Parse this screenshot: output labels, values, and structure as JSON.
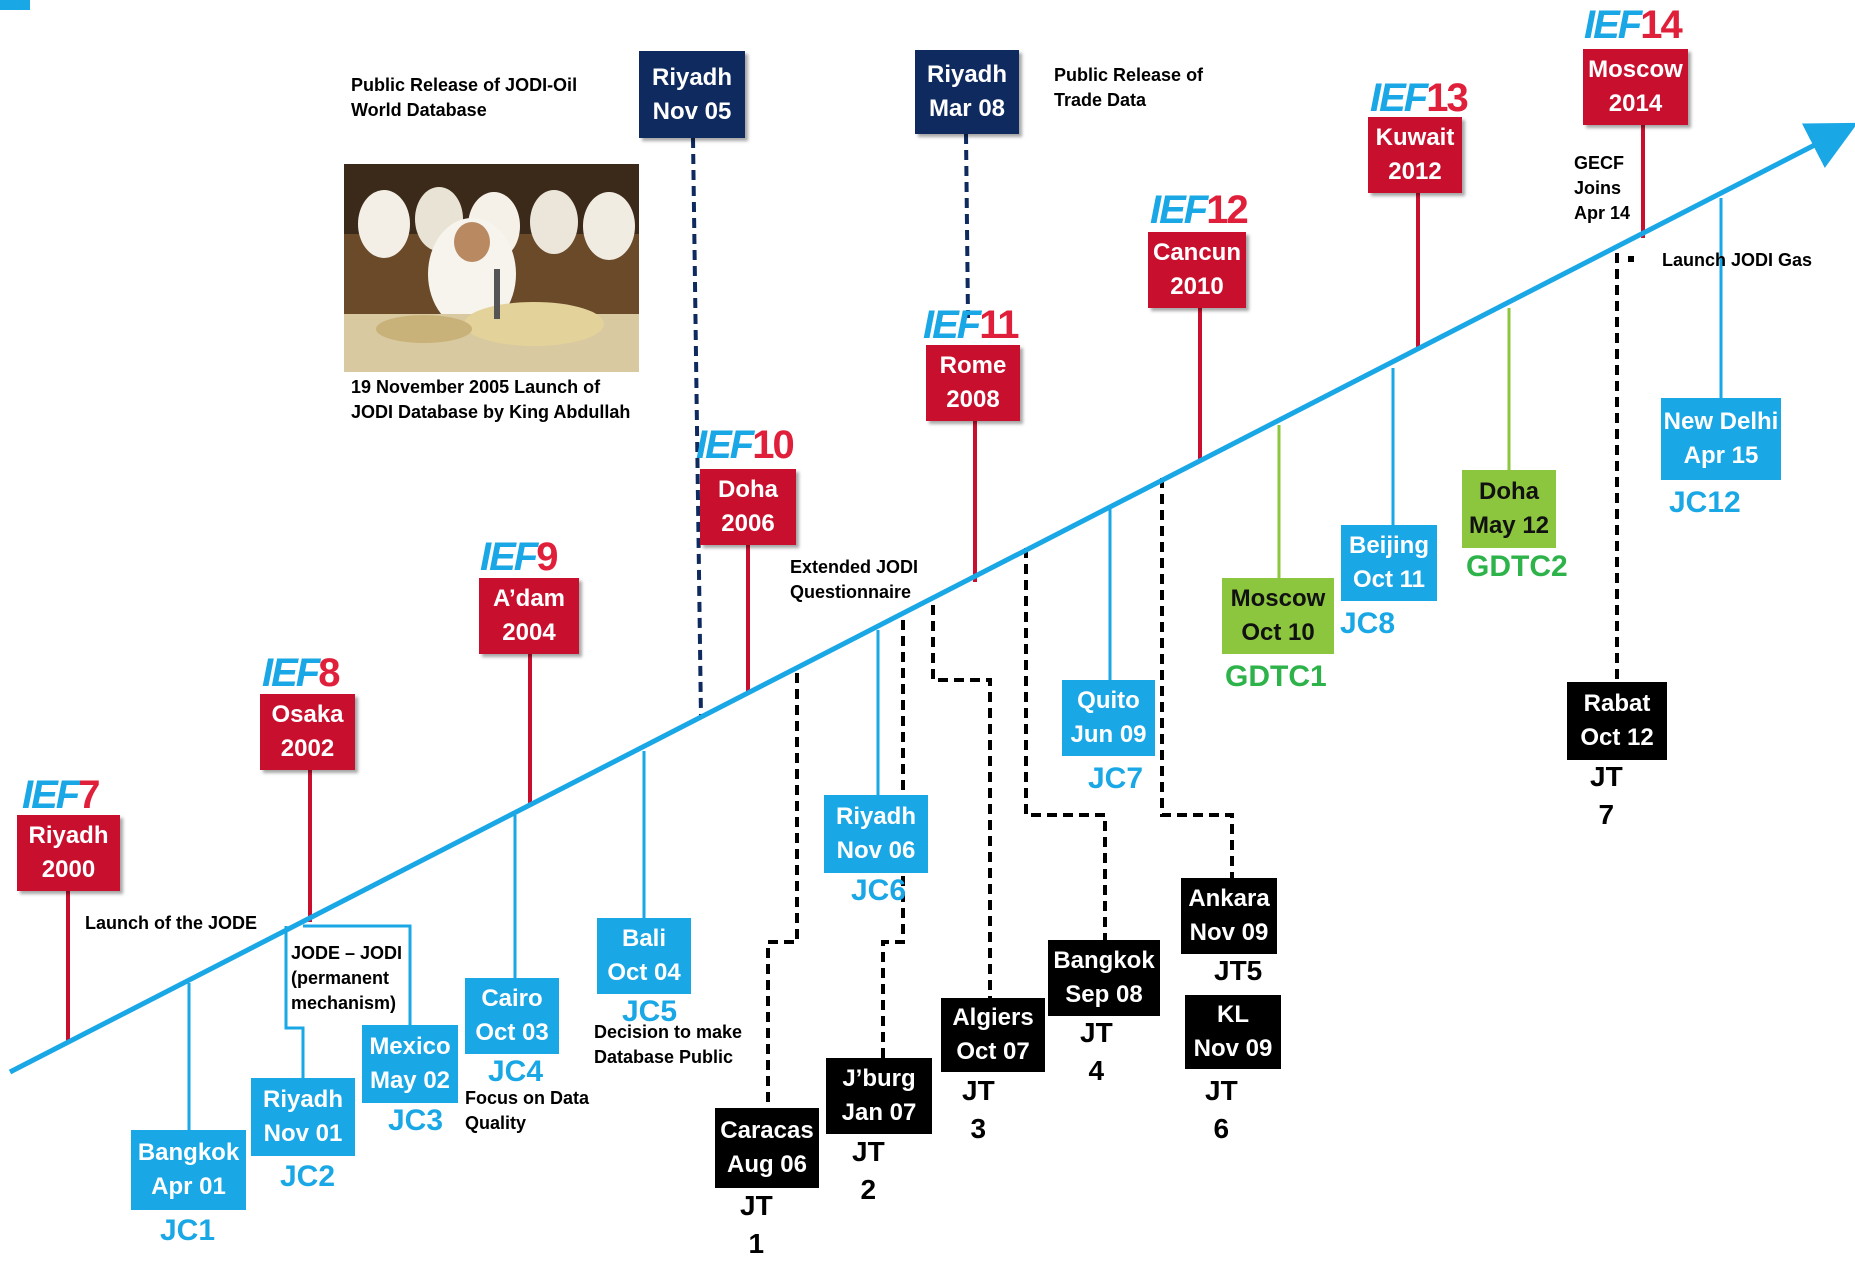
{
  "ief": [
    {
      "pre": "IEF",
      "num": "7",
      "line1": "Riyadh",
      "line2": "2000"
    },
    {
      "pre": "IEF",
      "num": "8",
      "line1": "Osaka",
      "line2": "2002"
    },
    {
      "pre": "IEF",
      "num": "9",
      "line1": "A’dam",
      "line2": "2004"
    },
    {
      "pre": "IEF",
      "num": "10",
      "line1": "Doha",
      "line2": "2006"
    },
    {
      "pre": "IEF",
      "num": "11",
      "line1": "Rome",
      "line2": "2008"
    },
    {
      "pre": "IEF",
      "num": "12",
      "line1": "Cancun",
      "line2": "2010"
    },
    {
      "pre": "IEF",
      "num": "13",
      "line1": "Kuwait",
      "line2": "2012"
    },
    {
      "pre": "IEF",
      "num": "14",
      "line1": "Moscow",
      "line2": "2014"
    }
  ],
  "releases": [
    {
      "line1": "Riyadh",
      "line2": "Nov 05"
    },
    {
      "line1": "Riyadh",
      "line2": "Mar 08"
    }
  ],
  "jc": [
    {
      "line1": "Bangkok",
      "line2": "Apr 01",
      "code": "JC1"
    },
    {
      "line1": "Riyadh",
      "line2": "Nov  01",
      "code": "JC2"
    },
    {
      "line1": "Mexico",
      "line2": "May 02",
      "code": "JC3"
    },
    {
      "line1": "Cairo",
      "line2": "Oct  03",
      "code": "JC4"
    },
    {
      "line1": "Bali",
      "line2": "Oct  04",
      "code": "JC5"
    },
    {
      "line1": "Riyadh",
      "line2": "Nov  06",
      "code": "JC6"
    },
    {
      "line1": "Quito",
      "line2": "Jun  09",
      "code": "JC7"
    },
    {
      "line1": "Beijing",
      "line2": "Oct 11",
      "code": "JC8"
    },
    {
      "line1": "New Delhi",
      "line2": "Apr 15",
      "code": "JC12"
    }
  ],
  "gdtc": [
    {
      "line1": "Moscow",
      "line2": "Oct  10",
      "code": "GDTC1"
    },
    {
      "line1": "Doha",
      "line2": "May 12",
      "code": "GDTC2"
    }
  ],
  "jt": [
    {
      "line1": "Caracas",
      "line2": "Aug 06",
      "code1": "JT",
      "code2": "1"
    },
    {
      "line1": "J’burg",
      "line2": "Jan 07",
      "code1": "JT",
      "code2": "2"
    },
    {
      "line1": "Algiers",
      "line2": "Oct  07",
      "code1": "JT",
      "code2": "3"
    },
    {
      "line1": "Bangkok",
      "line2": "Sep  08",
      "code1": "JT",
      "code2": "4"
    },
    {
      "line1": "Ankara",
      "line2": "Nov  09",
      "code1": "JT5",
      "code2": ""
    },
    {
      "line1": "KL",
      "line2": "Nov  09",
      "code1": "JT",
      "code2": "6"
    },
    {
      "line1": "Rabat",
      "line2": "Oct 12",
      "code1": "JT",
      "code2": "7"
    }
  ],
  "notes": {
    "public_release_oil_1": "Public Release of JODI-Oil",
    "public_release_oil_2": "World Database",
    "photo_caption_1": "19 November 2005 Launch of",
    "photo_caption_2": "JODI Database by King Abdullah",
    "public_release_trade_1": "Public Release of",
    "public_release_trade_2": "Trade Data",
    "gecf_1": "GECF",
    "gecf_2": "Joins",
    "gecf_3": "Apr 14",
    "launch_gas": "Launch JODI Gas",
    "extended_1": "Extended JODI",
    "extended_2": "Questionnaire",
    "launch_jode": "Launch of the JODE",
    "jode_jodi_1": "JODE – JODI",
    "jode_jodi_2": "(permanent",
    "jode_jodi_3": "mechanism)",
    "decision_1": "Decision to make",
    "decision_2": "Database Public",
    "focus_1": "Focus on Data",
    "focus_2": "Quality"
  },
  "colors": {
    "timeline": "#1aa7e6",
    "ief_red": "#c8102e",
    "navy": "#0e2a5e",
    "jc_blue": "#1aa7e6",
    "gdtc_green": "#8cc63f",
    "gdtc_text": "#2db34a",
    "jt_black": "#000000"
  }
}
